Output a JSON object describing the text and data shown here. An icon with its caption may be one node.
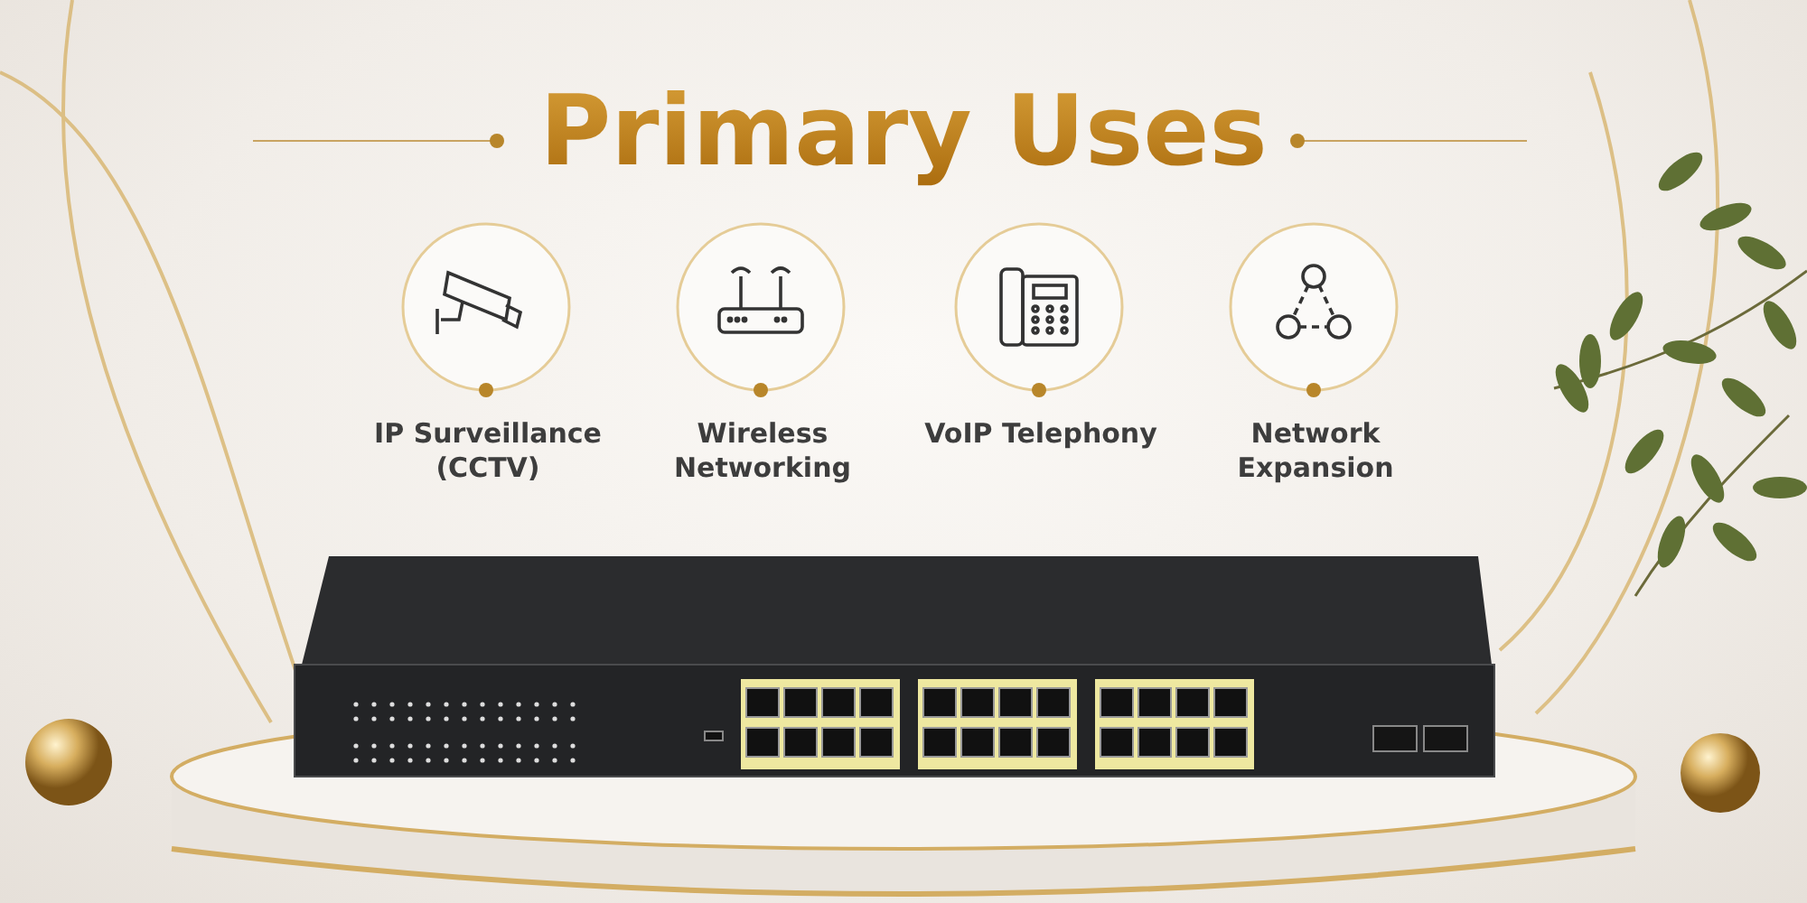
{
  "diagram": {
    "title": "Primary Uses",
    "nodes": [
      {
        "text": [
          "IP Surveillance (CCTV)"
        ]
      },
      {
        "text": [
          "Wireless Networking"
        ]
      },
      {
        "text": [
          "VoIP Telephony"
        ]
      },
      {
        "text": [
          "Network Expansion"
        ]
      }
    ]
  }
}
